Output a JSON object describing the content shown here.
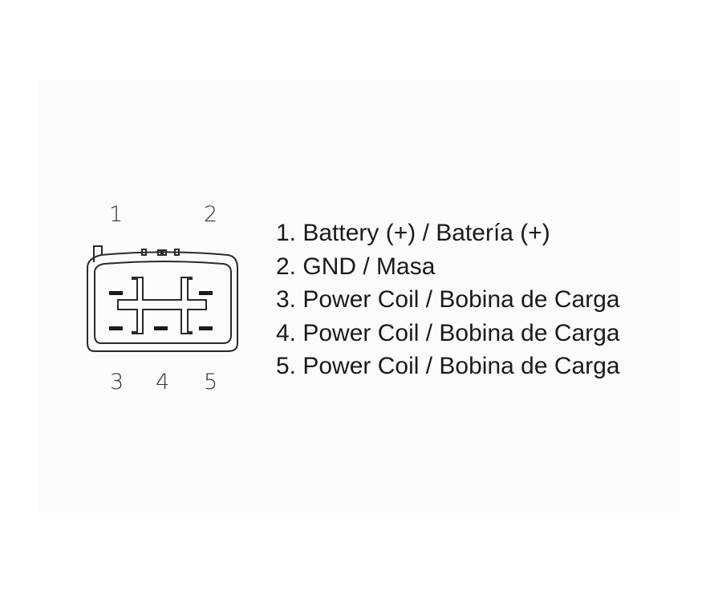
{
  "diagram": {
    "pin_labels": {
      "p1": "1",
      "p2": "2",
      "p3": "3",
      "p4": "4",
      "p5": "5"
    },
    "legend": [
      "1. Battery (+) / Batería (+)",
      "2. GND / Masa",
      "3. Power Coil / Bobina de Carga",
      "4. Power Coil / Bobina de Carga",
      "5. Power Coil / Bobina de Carga"
    ],
    "colors": {
      "line": "#2a2a2a",
      "text": "#1a1a1a",
      "background": "#ffffff"
    }
  }
}
